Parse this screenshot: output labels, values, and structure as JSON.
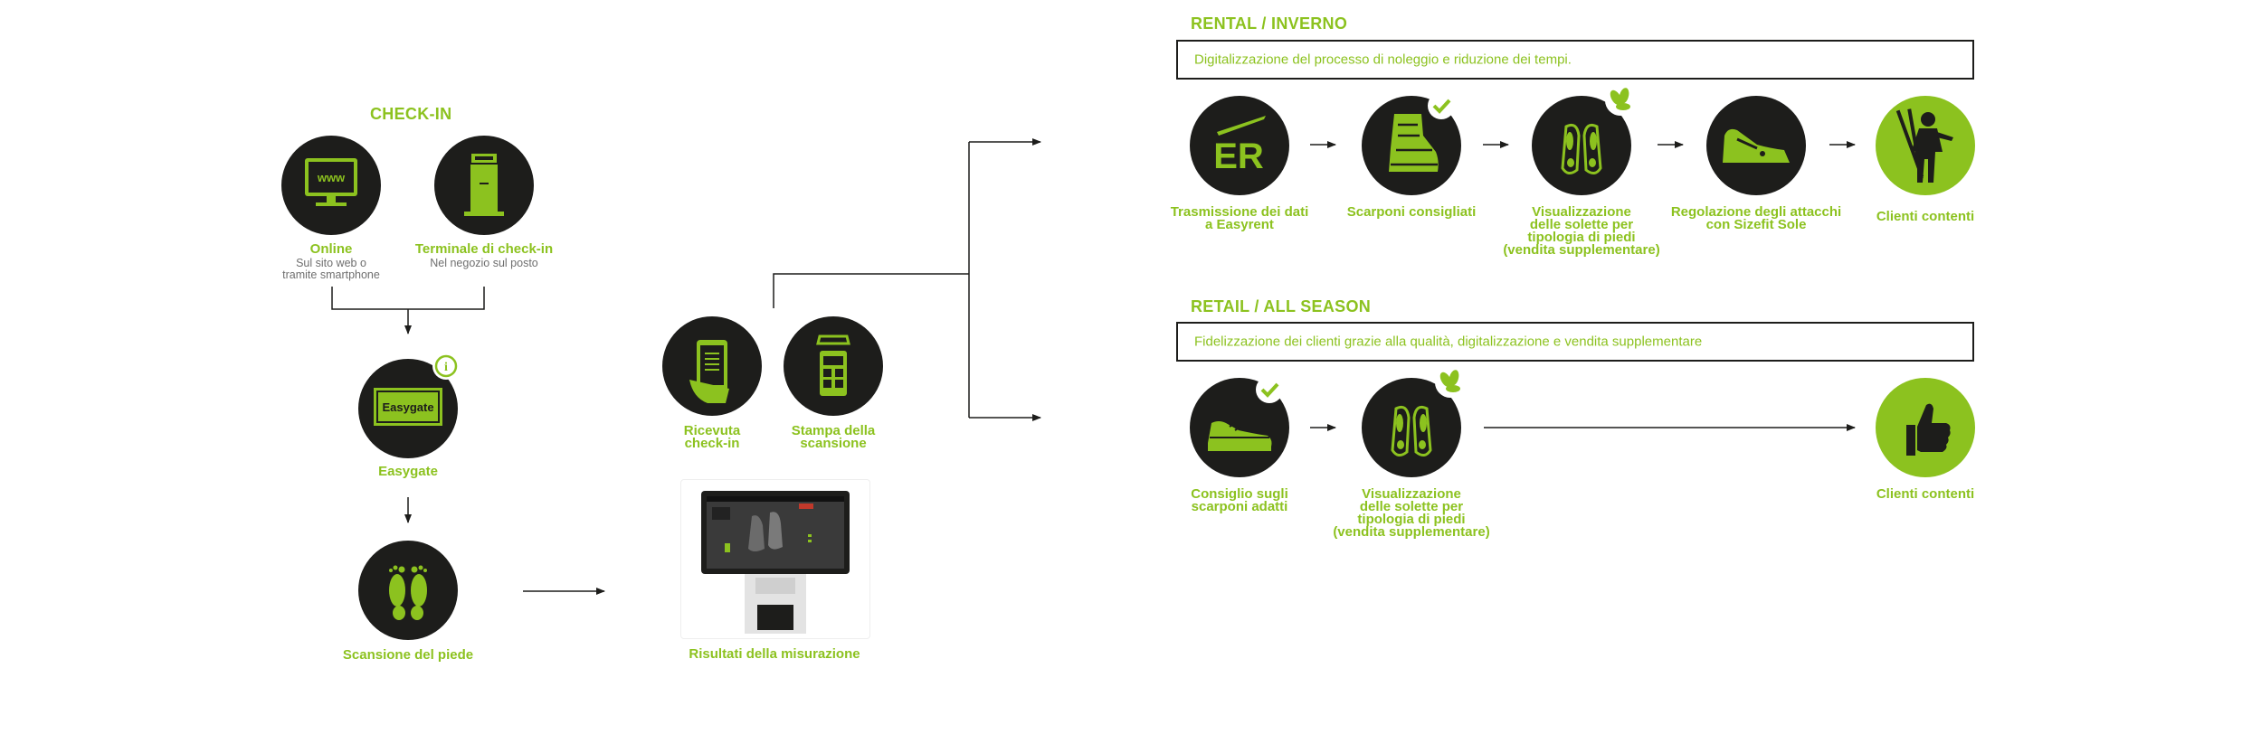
{
  "colors": {
    "accent": "#8cc21f",
    "dark": "#1d1d1b",
    "muted": "#6f6f6f"
  },
  "checkin": {
    "heading": "CHECK-IN",
    "online": {
      "title": "Online",
      "sub1": "Sul sito web o",
      "sub2": "tramite smartphone",
      "icon_text": "www"
    },
    "terminal": {
      "title": "Terminale di check-in",
      "sub1": "Nel negozio sul posto"
    }
  },
  "easygate": {
    "title": "Easygate",
    "screen_text": "Easygate",
    "badge": "i"
  },
  "scan": {
    "title": "Scansione del piede"
  },
  "receipt": {
    "title1": "Ricevuta",
    "title2": "check-in"
  },
  "print": {
    "title1": "Stampa della",
    "title2": "scansione"
  },
  "results": {
    "title": "Risultati della misurazione"
  },
  "rental": {
    "heading": "RENTAL / INVERNO",
    "box_text": "Digitalizzazione del processo di noleggio e riduzione dei tempi.",
    "steps": [
      {
        "lines": [
          "Trasmissione dei dati",
          "a Easyrent"
        ],
        "icon_text": "ER"
      },
      {
        "lines": [
          "Scarponi consigliati"
        ]
      },
      {
        "lines": [
          "Visualizzazione",
          "delle solette per",
          "tipologia di piedi",
          "(vendita supplementare)"
        ]
      },
      {
        "lines": [
          "Regolazione degli attacchi",
          "con Sizefit Sole"
        ]
      },
      {
        "lines": [
          "Clienti contenti"
        ]
      }
    ]
  },
  "retail": {
    "heading": "RETAIL / ALL SEASON",
    "box_text": "Fidelizzazione dei clienti grazie alla qualità, digitalizzazione e vendita supplementare",
    "steps": [
      {
        "lines": [
          "Consiglio sugli",
          "scarponi adatti"
        ]
      },
      {
        "lines": [
          "Visualizzazione",
          "delle solette per",
          "tipologia di piedi",
          "(vendita supplementare)"
        ]
      },
      {
        "lines": [
          "Clienti contenti"
        ]
      }
    ]
  }
}
